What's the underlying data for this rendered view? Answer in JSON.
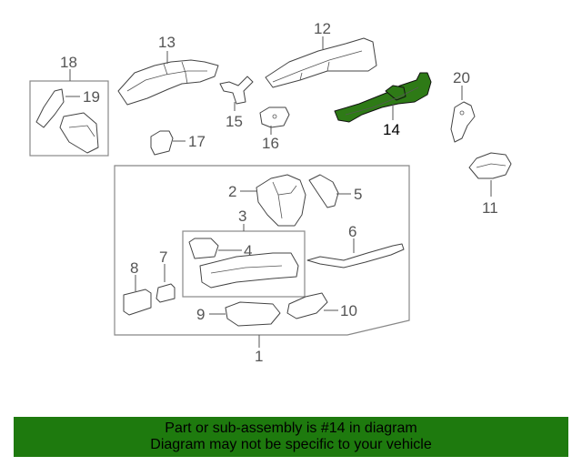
{
  "diagram": {
    "labels": [
      "1",
      "2",
      "3",
      "4",
      "5",
      "6",
      "7",
      "8",
      "9",
      "10",
      "11",
      "12",
      "13",
      "14",
      "15",
      "16",
      "17",
      "18",
      "19",
      "20"
    ],
    "highlighted_part": "14",
    "highlight_color": "#2e7a16"
  },
  "banner": {
    "line1": "Part or sub-assembly is #14 in diagram",
    "line2": "Diagram may not be specific to your vehicle",
    "background": "#1e7a0e"
  }
}
